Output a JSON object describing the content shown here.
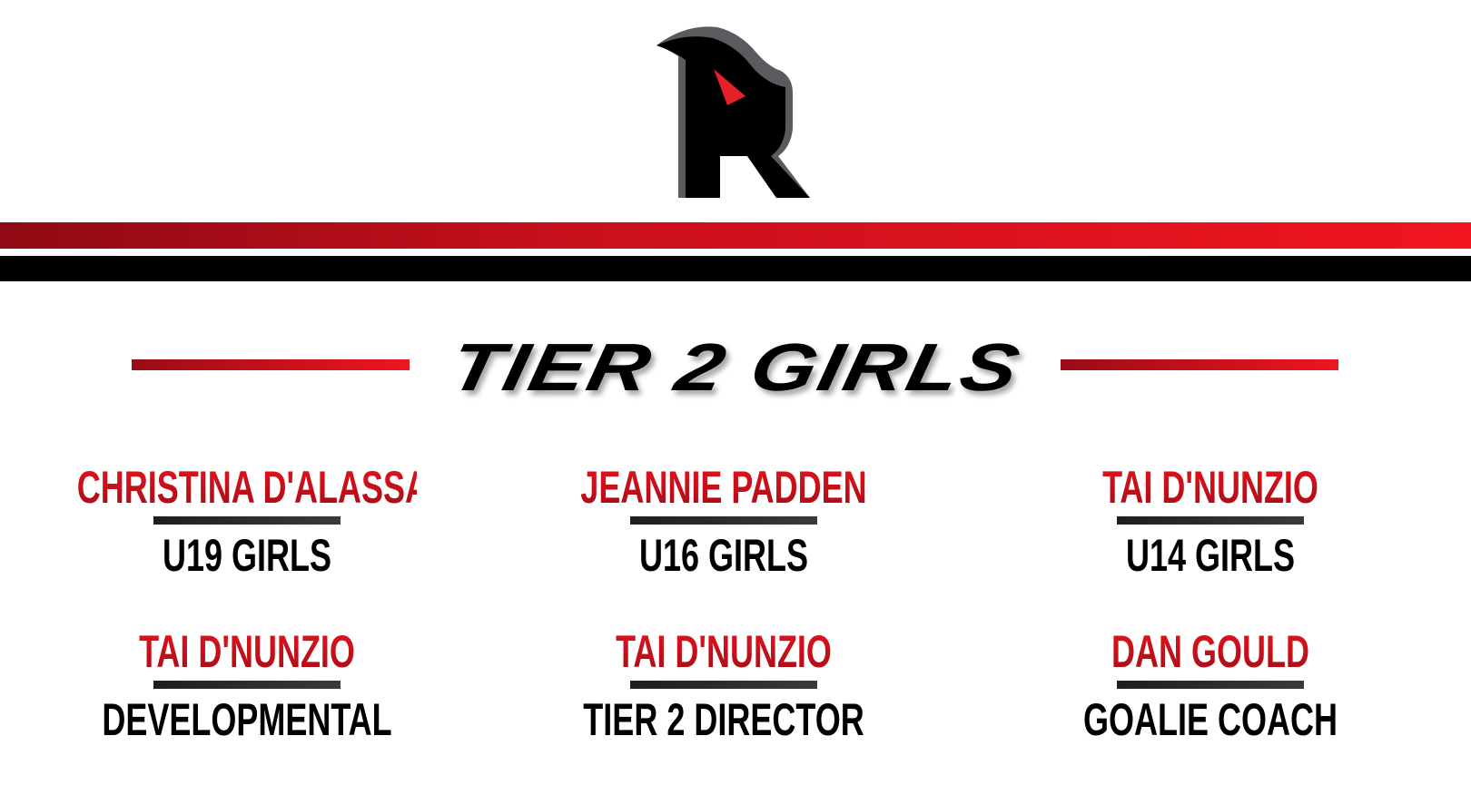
{
  "logo": {
    "text": "R",
    "accent": "#e8202a"
  },
  "title": "TIER 2 GIRLS",
  "colors": {
    "red": "#c8101c",
    "black": "#000000"
  },
  "staff": [
    {
      "name": "CHRISTINA D'ALASSANDRO",
      "role": "U19 GIRLS"
    },
    {
      "name": "JEANNIE PADDEN",
      "role": "U16 GIRLS"
    },
    {
      "name": "TAI D'NUNZIO",
      "role": "U14 GIRLS"
    },
    {
      "name": "TAI D'NUNZIO",
      "role": "DEVELOPMENTAL"
    },
    {
      "name": "TAI D'NUNZIO",
      "role": "TIER 2 DIRECTOR"
    },
    {
      "name": "DAN GOULD",
      "role": "GOALIE COACH"
    }
  ]
}
